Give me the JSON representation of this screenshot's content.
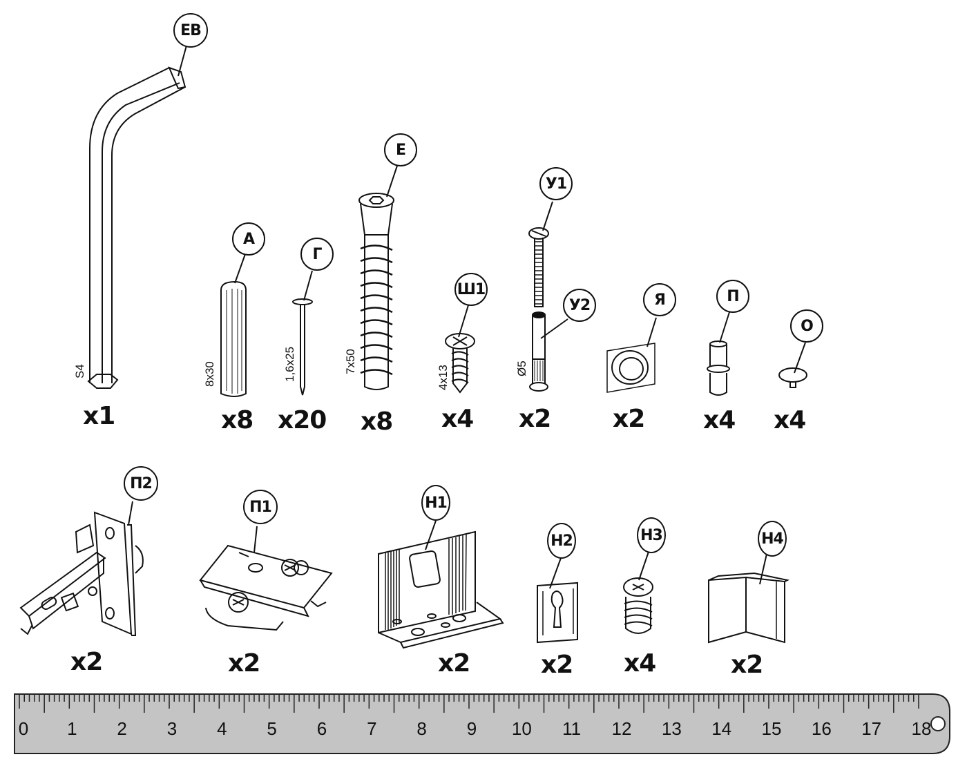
{
  "title": "Hardware kit parts overview",
  "parts_row1": [
    {
      "id": "EB",
      "label": "EB",
      "quantity": "x1",
      "size": "S4",
      "name": "hex key"
    },
    {
      "id": "A",
      "label": "A",
      "quantity": "x8",
      "size": "8x30",
      "name": "wooden dowel"
    },
    {
      "id": "G",
      "label": "Г",
      "quantity": "x20",
      "size": "1,6x25",
      "name": "nail"
    },
    {
      "id": "E",
      "label": "E",
      "quantity": "x8",
      "size": "7x50",
      "name": "confirmat screw"
    },
    {
      "id": "SH1",
      "label": "Ш1",
      "quantity": "x4",
      "size": "4x13",
      "name": "wood screw"
    },
    {
      "id": "U1",
      "label": "У1",
      "quantity": "x2",
      "size": "",
      "name": "connector bolt"
    },
    {
      "id": "U2",
      "label": "У2",
      "quantity": "",
      "size": "Ø5",
      "name": "connector sleeve"
    },
    {
      "id": "YA",
      "label": "Я",
      "quantity": "x2",
      "size": "",
      "name": "furniture bumper"
    },
    {
      "id": "P",
      "label": "П",
      "quantity": "x4",
      "size": "",
      "name": "shelf support"
    },
    {
      "id": "O",
      "label": "О",
      "quantity": "x4",
      "size": "",
      "name": "cap"
    }
  ],
  "parts_row2": [
    {
      "id": "P2",
      "label": "П2",
      "quantity": "x2",
      "name": "hinge"
    },
    {
      "id": "P1",
      "label": "П1",
      "quantity": "x2",
      "name": "hinge mounting plate"
    },
    {
      "id": "N1",
      "label": "Н1",
      "quantity": "x2",
      "name": "hanging bracket"
    },
    {
      "id": "N2",
      "label": "Н2",
      "quantity": "x2",
      "name": "keyhole plate"
    },
    {
      "id": "N3",
      "label": "Н3",
      "quantity": "x4",
      "name": "euro screw"
    },
    {
      "id": "N4",
      "label": "Н4",
      "quantity": "x2",
      "name": "corner bracket"
    }
  ],
  "ruler": {
    "unit": "cm",
    "min": 0,
    "max": 18,
    "labels": [
      "0",
      "1",
      "2",
      "3",
      "4",
      "5",
      "6",
      "7",
      "8",
      "9",
      "10",
      "11",
      "12",
      "13",
      "14",
      "15",
      "16",
      "17",
      "18"
    ],
    "fill_color": "#c4c4c4"
  }
}
